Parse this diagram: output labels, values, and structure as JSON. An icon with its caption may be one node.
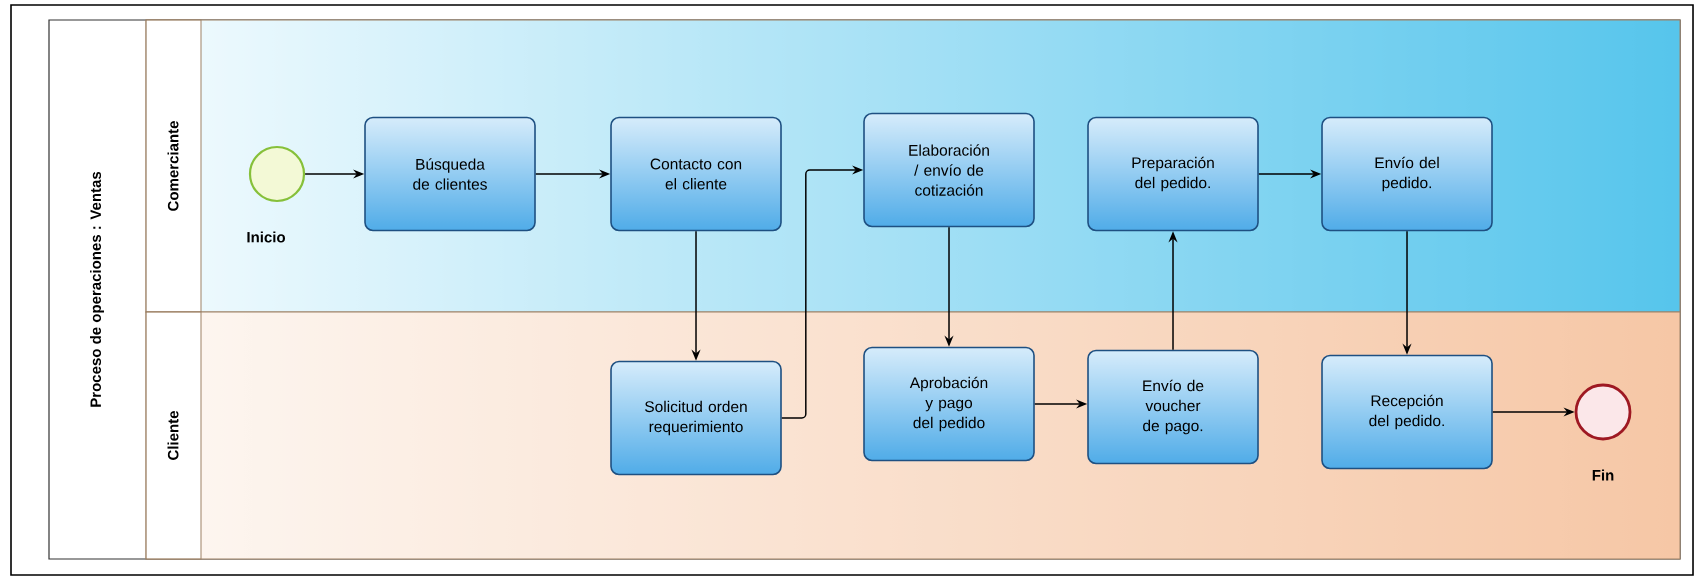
{
  "diagram": {
    "nodes": [
      {
        "text": [
          "Proceso de operaciones : Ventas"
        ]
      },
      {
        "text": [
          "Comerciante"
        ],
        "in": 0
      },
      {
        "text": [
          "Cliente"
        ],
        "in": 0
      },
      {
        "text": [],
        "shape": "circle",
        "beside": [
          "Inicio"
        ],
        "in": 1
      },
      {
        "text": [
          "Búsqueda de clientes"
        ],
        "in": 1
      },
      {
        "text": [
          "Contacto con el cliente"
        ],
        "in": 1
      },
      {
        "text": [
          "Elaboración / envío de cotización"
        ],
        "in": 1
      },
      {
        "text": [
          "Preparación del pedido."
        ],
        "in": 1
      },
      {
        "text": [
          "Envío del pedido."
        ],
        "in": 1
      },
      {
        "text": [
          "Solicitud orden requerimiento"
        ],
        "in": 2
      },
      {
        "text": [
          "Aprobación y pago del pedido"
        ],
        "in": 2
      },
      {
        "text": [
          "Envío de voucher de pago."
        ],
        "in": 2
      },
      {
        "text": [
          "Recepción del pedido."
        ],
        "in": 2
      },
      {
        "text": [],
        "shape": "circle",
        "beside": [
          "Fin"
        ],
        "in": 2
      }
    ],
    "edges": [
      {
        "from": 3,
        "to": 4,
        "arrow": "to"
      },
      {
        "from": 4,
        "to": 5,
        "arrow": "to"
      },
      {
        "from": 5,
        "to": 9,
        "arrow": "to"
      },
      {
        "from": 9,
        "to": 6,
        "arrow": "to"
      },
      {
        "from": 6,
        "to": 10,
        "arrow": "to"
      },
      {
        "from": 10,
        "to": 11,
        "arrow": "to"
      },
      {
        "from": 11,
        "to": 7,
        "arrow": "to"
      },
      {
        "from": 7,
        "to": 8,
        "arrow": "to"
      },
      {
        "from": 8,
        "to": 12,
        "arrow": "to"
      },
      {
        "from": 12,
        "to": 13,
        "arrow": "to"
      }
    ]
  }
}
